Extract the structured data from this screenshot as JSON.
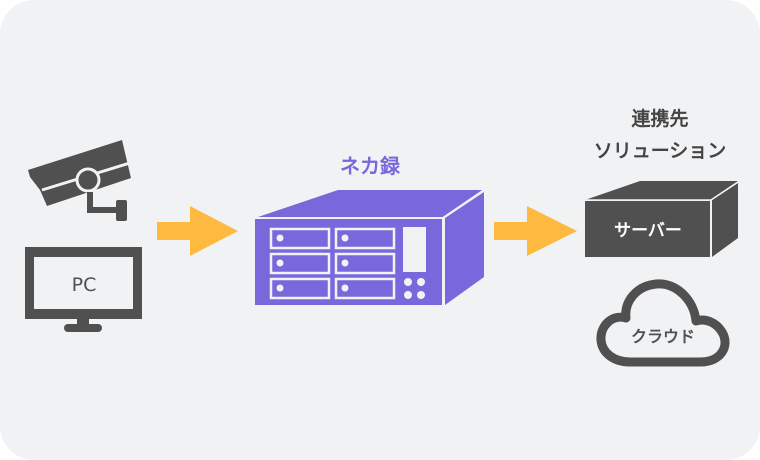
{
  "colors": {
    "background": "#f1f2f4",
    "purple": "#7868dc",
    "dark": "#505050",
    "arrow": "#fdb940"
  },
  "sources": {
    "pc_label": "PC"
  },
  "recorder": {
    "label": "ネカ録"
  },
  "targets": {
    "heading_line1": "連携先",
    "heading_line2": "ソリューション",
    "server_label": "サーバー",
    "cloud_label": "クラウド"
  }
}
